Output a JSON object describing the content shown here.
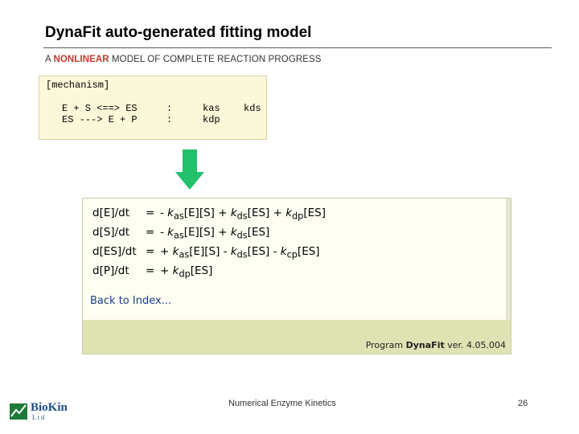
{
  "slide": {
    "title": "DynaFit auto-generated fitting model",
    "subtitle_prefix": "A ",
    "subtitle_highlight": "NONLINEAR",
    "subtitle_suffix": " MODEL OF COMPLETE REACTION PROGRESS"
  },
  "mechanism": {
    "header": "[mechanism]",
    "rows": [
      {
        "reaction": "E + S <==> ES",
        "colon": ":",
        "k1": "kas",
        "k2": "kds"
      },
      {
        "reaction": "ES ---> E + P",
        "colon": ":",
        "k1": "kdp",
        "k2": ""
      }
    ]
  },
  "equations": [
    {
      "lhs": "d[E]/dt",
      "sign": "="
    },
    {
      "lhs": "d[S]/dt",
      "sign": "="
    },
    {
      "lhs": "d[ES]/dt",
      "sign": "="
    },
    {
      "lhs": "d[P]/dt",
      "sign": "="
    }
  ],
  "panel": {
    "back_link": "Back to Index...",
    "program_label": "Program ",
    "program_name": "DynaFit",
    "program_version": " ver. 4.05.004"
  },
  "footer": {
    "center_text": "Numerical Enzyme Kinetics",
    "page_number": "26",
    "logo_text": "BioKin",
    "logo_sub": "Ltd"
  },
  "colors": {
    "highlight": "#c0392b",
    "arrow": "#22c06a",
    "code_bg": "#fbf7d9",
    "link": "#1a3c8c"
  },
  "icons": {
    "arrow": "down-arrow-icon",
    "logo": "biokin-logo-icon"
  }
}
